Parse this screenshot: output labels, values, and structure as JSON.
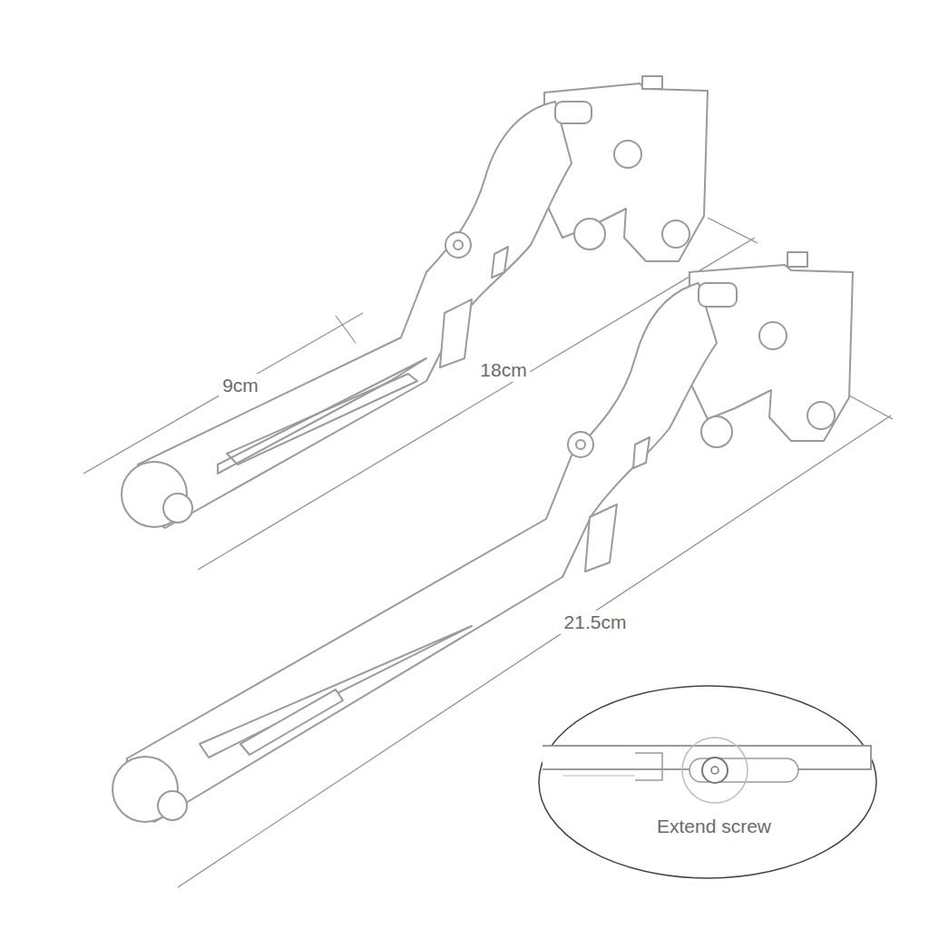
{
  "diagram": {
    "labels": [
      "9cm",
      "18cm",
      "21.5cm",
      "Extend screw"
    ]
  }
}
